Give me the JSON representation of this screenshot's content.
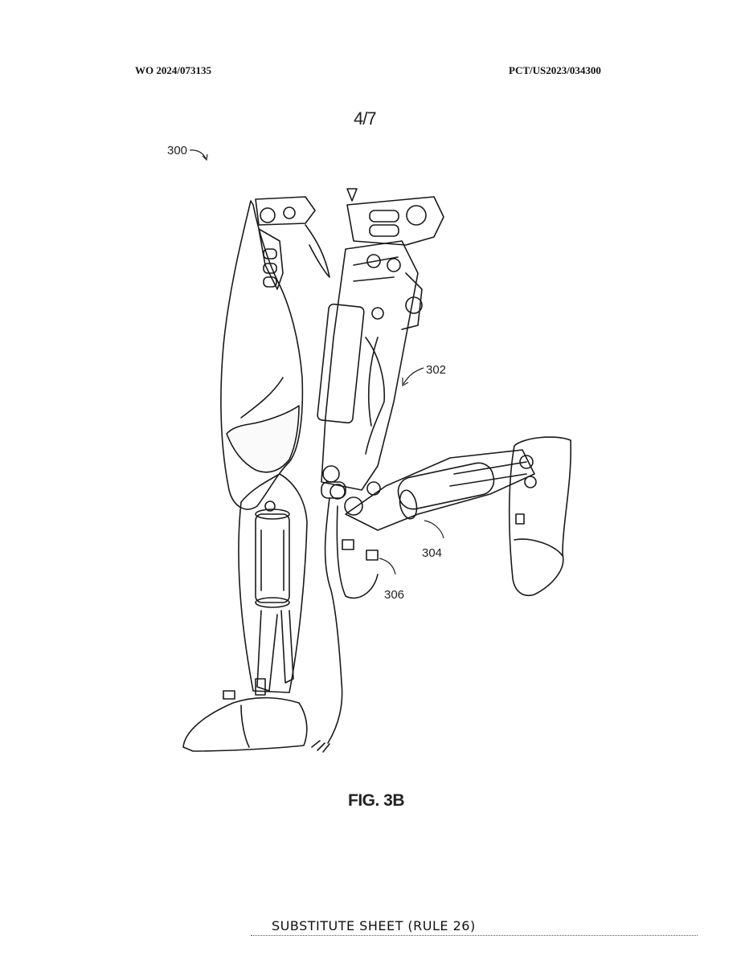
{
  "header": {
    "publication_number": "WO 2024/073135",
    "application_number": "PCT/US2023/034300"
  },
  "sheet_number": "4/7",
  "figure": {
    "caption": "FIG. 3B",
    "reference_labels": {
      "assembly": "300",
      "upper_leg": "302",
      "lower_leg": "304",
      "connector": "306"
    }
  },
  "footer": {
    "text": "SUBSTITUTE SHEET (RULE 26)"
  }
}
